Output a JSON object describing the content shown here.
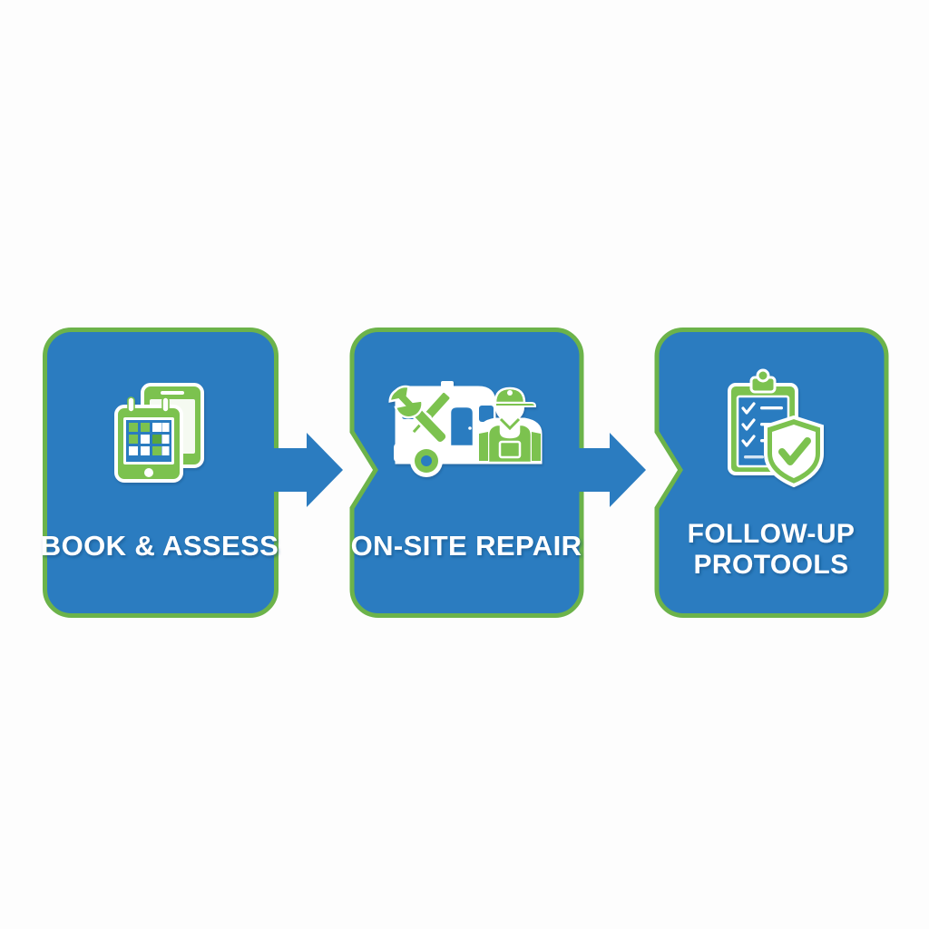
{
  "diagram": {
    "type": "horizontal-process-flow",
    "background_color": "#fdfdfd",
    "card_fill": "#2b7cc0",
    "card_border": "#6cb34a",
    "arrow_color": "#2b7cc0",
    "icon_green": "#7cc24f",
    "icon_white": "#ffffff",
    "label_color": "#ffffff",
    "step_count": 3
  },
  "steps": [
    {
      "id": "step-1",
      "label": "BOOK & ASSESS",
      "label_lines": [
        "BOOK & ASSESS"
      ],
      "icon_name": "calendar-tablet-booking-icon",
      "icon_description": "Green smartphone calendar overlapping a green tablet"
    },
    {
      "id": "step-2",
      "label": "ON-SITE REPAIR",
      "label_lines": [
        "ON-SITE REPAIR"
      ],
      "icon_name": "rv-technician-tools-icon",
      "icon_description": "White caravan with crossed green wrench and screwdriver beside a technician in green overalls and cap"
    },
    {
      "id": "step-3",
      "label": "FOLLOW-UP PROTOOLS",
      "label_lines": [
        "FOLLOW-UP",
        "PROTOOLS"
      ],
      "icon_name": "clipboard-checklist-shield-icon",
      "icon_description": "Green clipboard with white checkmarks and a green shield with a checkmark"
    }
  ],
  "connectors": [
    {
      "id": "arrow-1",
      "from": "step-1",
      "to": "step-2",
      "icon_name": "arrow-right-icon"
    },
    {
      "id": "arrow-2",
      "from": "step-2",
      "to": "step-3",
      "icon_name": "arrow-right-icon"
    }
  ]
}
